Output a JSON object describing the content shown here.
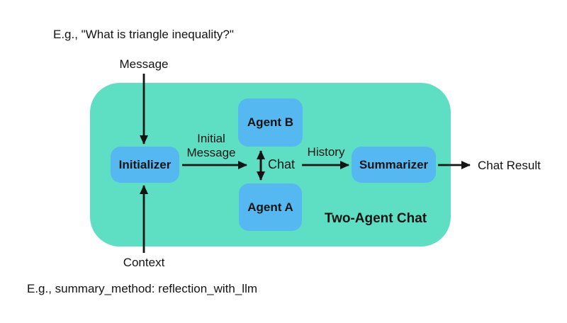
{
  "colors": {
    "container_fill": "#5EDFC4",
    "node_fill": "#56B8F0",
    "text": "#141414",
    "arrow": "#141414"
  },
  "annotations": {
    "top_example": "E.g., \"What is triangle inequality?\"",
    "message_label": "Message",
    "context_label": "Context",
    "bottom_example": "E.g., summary_method: reflection_with_llm",
    "chat_result_label": "Chat Result"
  },
  "container": {
    "title": "Two-Agent Chat"
  },
  "nodes": {
    "initializer": "Initializer",
    "agent_b": "Agent B",
    "agent_a": "Agent A",
    "summarizer": "Summarizer"
  },
  "edges": {
    "initial_message": "Initial\nMessage",
    "chat": "Chat",
    "history": "History"
  }
}
